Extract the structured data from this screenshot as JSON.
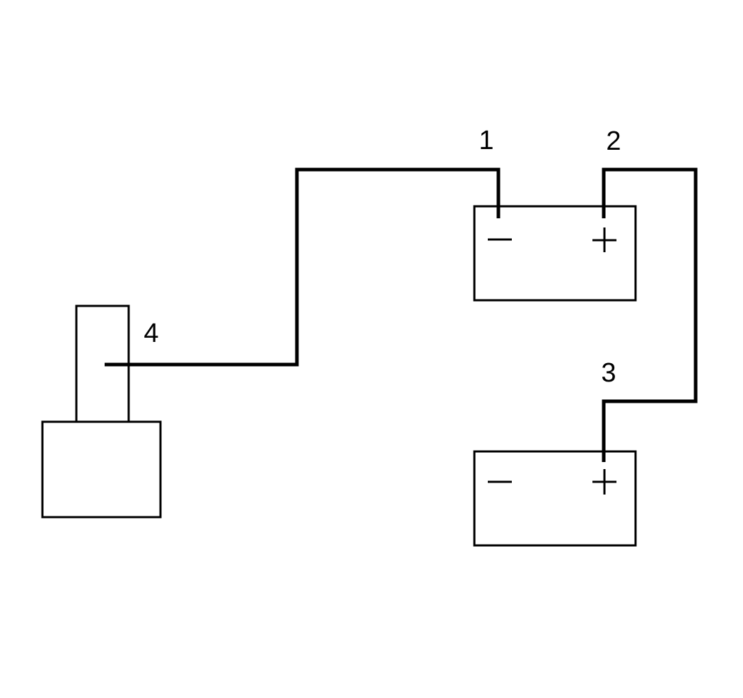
{
  "colors": {
    "background": "#ffffff",
    "line": "#000000"
  },
  "callouts": {
    "c1": "1",
    "c2": "2",
    "c3": "3",
    "c4": "4"
  },
  "battery_a": {
    "negative_symbol": "−",
    "positive_symbol": "+"
  },
  "battery_b": {
    "negative_symbol": "−",
    "positive_symbol": "+"
  }
}
